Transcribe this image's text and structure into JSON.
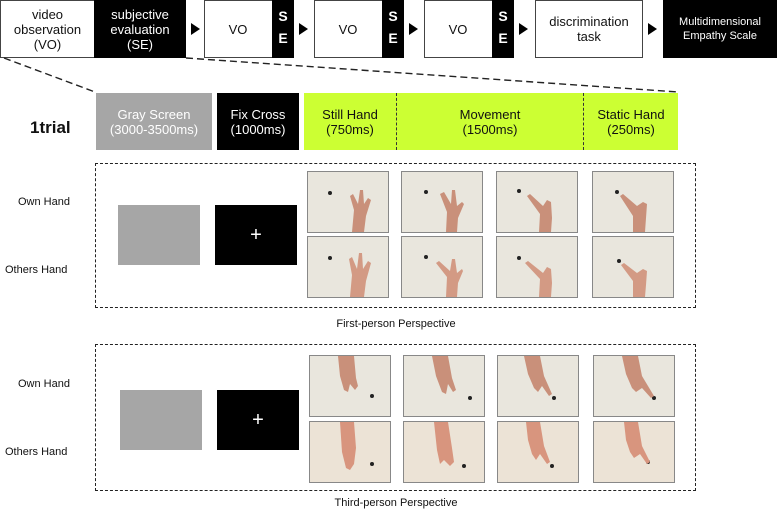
{
  "flow": {
    "vo_full": "video\nobservation\n(VO)",
    "se_full": "subjective\nevaluation\n(SE)",
    "vo": "VO",
    "se_s": "S",
    "se_e": "E",
    "discrimination": "discrimination\ntask",
    "empathy": "Multidimensional\nEmpathy Scale"
  },
  "trial": {
    "label": "1trial",
    "phases": [
      {
        "name": "Gray Screen",
        "duration": "(3000-3500ms)"
      },
      {
        "name": "Fix Cross",
        "duration": "(1000ms)"
      },
      {
        "name": "Still Hand",
        "duration": "(750ms)"
      },
      {
        "name": "Movement",
        "duration": "(1500ms)"
      },
      {
        "name": "Static Hand",
        "duration": "(250ms)"
      }
    ]
  },
  "rows": {
    "own": "Own Hand",
    "others": "Others Hand"
  },
  "panels": {
    "first": "First-person Perspective",
    "third": "Third-person Perspective"
  },
  "fix_symbol": "+",
  "colors": {
    "gray_screen": "#a6a6a6",
    "black": "#000000",
    "lime": "#ccff33"
  }
}
